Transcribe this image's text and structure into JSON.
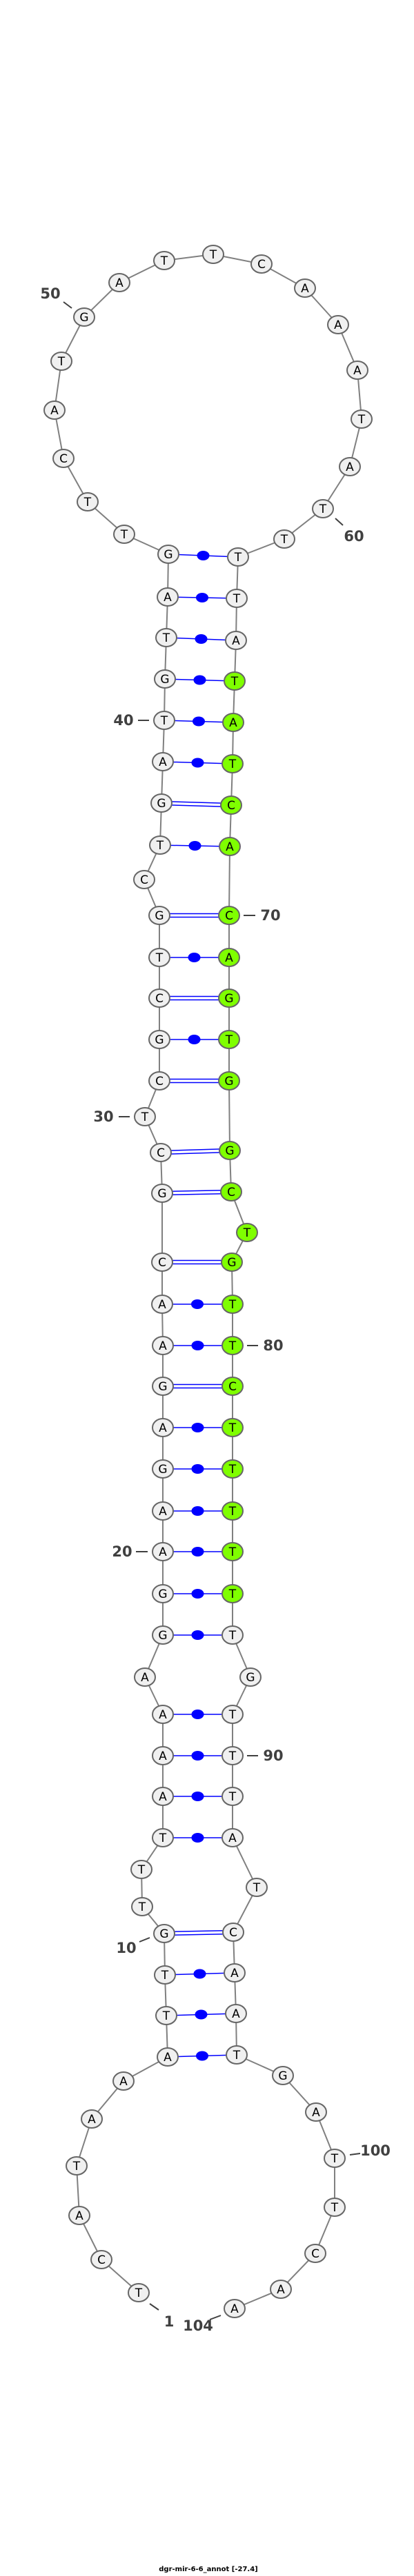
{
  "title": "dgr-mir-6-6_annot [-27.4]",
  "sequence": [
    "T",
    "C",
    "A",
    "T",
    "A",
    "A",
    "A",
    "T",
    "T",
    "G",
    "T",
    "T",
    "T",
    "A",
    "A",
    "A",
    "A",
    "G",
    "G",
    "A",
    "A",
    "G",
    "A",
    "G",
    "A",
    "A",
    "C",
    "G",
    "C",
    "T",
    "C",
    "G",
    "C",
    "T",
    "G",
    "C",
    "T",
    "G",
    "A",
    "T",
    "G",
    "T",
    "A",
    "G",
    "T",
    "T",
    "C",
    "A",
    "T",
    "G",
    "A",
    "T",
    "T",
    "C",
    "A",
    "A",
    "A",
    "T",
    "A",
    "T",
    "T",
    "T",
    "T",
    "A",
    "T",
    "A",
    "T",
    "C",
    "A",
    "C",
    "A",
    "G",
    "T",
    "G",
    "G",
    "C",
    "T",
    "G",
    "T",
    "T",
    "C",
    "T",
    "T",
    "T",
    "T",
    "T",
    "T",
    "G",
    "T",
    "T",
    "T",
    "A",
    "T",
    "C",
    "A",
    "A",
    "T",
    "G",
    "A",
    "T",
    "T",
    "C",
    "A",
    "A"
  ],
  "pairs": [
    [
      7,
      97
    ],
    [
      8,
      96
    ],
    [
      9,
      95
    ],
    [
      10,
      94
    ],
    [
      13,
      92
    ],
    [
      14,
      91
    ],
    [
      15,
      90
    ],
    [
      16,
      89
    ],
    [
      18,
      87
    ],
    [
      19,
      86
    ],
    [
      20,
      85
    ],
    [
      21,
      84
    ],
    [
      22,
      83
    ],
    [
      23,
      82
    ],
    [
      24,
      81
    ],
    [
      25,
      80
    ],
    [
      26,
      79
    ],
    [
      27,
      78
    ],
    [
      28,
      76
    ],
    [
      29,
      75
    ],
    [
      31,
      74
    ],
    [
      32,
      73
    ],
    [
      33,
      72
    ],
    [
      34,
      71
    ],
    [
      35,
      70
    ],
    [
      37,
      69
    ],
    [
      38,
      68
    ],
    [
      39,
      67
    ],
    [
      40,
      66
    ],
    [
      41,
      65
    ],
    [
      42,
      64
    ],
    [
      43,
      63
    ],
    [
      44,
      62
    ]
  ],
  "highlighted_range": [
    65,
    86
  ],
  "position_labels": [
    {
      "n": 1,
      "text": "1"
    },
    {
      "n": 10,
      "text": "10"
    },
    {
      "n": 20,
      "text": "20"
    },
    {
      "n": 30,
      "text": "30"
    },
    {
      "n": 40,
      "text": "40"
    },
    {
      "n": 50,
      "text": "50"
    },
    {
      "n": 60,
      "text": "60"
    },
    {
      "n": 70,
      "text": "70"
    },
    {
      "n": 80,
      "text": "80"
    },
    {
      "n": 90,
      "text": "90"
    },
    {
      "n": 100,
      "text": "100"
    },
    {
      "n": 104,
      "text": "104"
    }
  ],
  "colors": {
    "nucleotide_fill": "#f0f0f0",
    "highlight_fill": "#7fff00",
    "bond": "#0000ff",
    "backbone": "#808080"
  }
}
